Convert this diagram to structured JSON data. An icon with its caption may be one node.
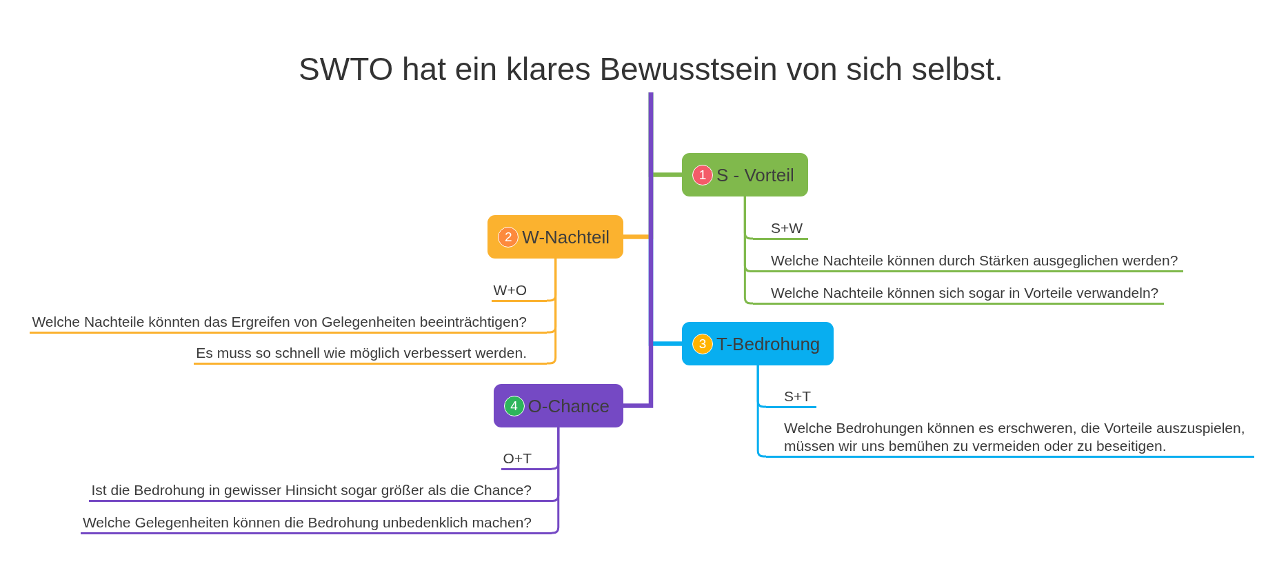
{
  "diagram": {
    "nodes": [
      {
        "text": [
          "SWTO hat ein klares Bewusstsein von sich selbst."
        ]
      },
      {
        "text": [
          "1",
          "S - Vorteil"
        ]
      },
      {
        "text": [
          "S+W"
        ]
      },
      {
        "text": [
          "Welche Nachteile können durch Stärken ausgeglichen werden?"
        ]
      },
      {
        "text": [
          "Welche Nachteile können sich sogar in Vorteile verwandeln?"
        ]
      },
      {
        "text": [
          "2",
          "W-Nachteil"
        ]
      },
      {
        "text": [
          "W+O"
        ]
      },
      {
        "text": [
          "Welche Nachteile könnten das Ergreifen von Gelegenheiten beeinträchtigen?"
        ]
      },
      {
        "text": [
          "Es muss so schnell wie möglich verbessert werden."
        ]
      },
      {
        "text": [
          "3",
          "T-Bedrohung"
        ]
      },
      {
        "text": [
          "S+T"
        ]
      },
      {
        "text": [
          "Welche Bedrohungen können es erschweren, die Vorteile auszuspielen, müssen wir uns bemühen zu vermeiden oder zu beseitigen."
        ]
      },
      {
        "text": [
          "4",
          "O-Chance"
        ]
      },
      {
        "text": [
          "O+T"
        ]
      },
      {
        "text": [
          "Ist die Bedrohung in gewisser Hinsicht sogar größer als die Chance?"
        ]
      },
      {
        "text": [
          "Welche Gelegenheiten können die Bedrohung unbedenklich machen?"
        ]
      }
    ],
    "edges": [
      {
        "from": 0,
        "to": 1,
        "arrow": "none",
        "style": "thick",
        "color": "#80b94c"
      },
      {
        "from": 0,
        "to": 5,
        "arrow": "none",
        "style": "thick",
        "color": "#fbb22f"
      },
      {
        "from": 0,
        "to": 9,
        "arrow": "none",
        "style": "thick",
        "color": "#08aef0"
      },
      {
        "from": 0,
        "to": 12,
        "arrow": "none",
        "style": "thick",
        "color": "#7549c4"
      },
      {
        "from": 1,
        "to": 2,
        "arrow": "none",
        "color": "#80b94c"
      },
      {
        "from": 1,
        "to": 3,
        "arrow": "none",
        "color": "#80b94c"
      },
      {
        "from": 1,
        "to": 4,
        "arrow": "none",
        "color": "#80b94c"
      },
      {
        "from": 5,
        "to": 6,
        "arrow": "none",
        "color": "#fbb22f"
      },
      {
        "from": 5,
        "to": 7,
        "arrow": "none",
        "color": "#fbb22f"
      },
      {
        "from": 5,
        "to": 8,
        "arrow": "none",
        "color": "#fbb22f"
      },
      {
        "from": 9,
        "to": 10,
        "arrow": "none",
        "color": "#08aef0"
      },
      {
        "from": 9,
        "to": 11,
        "arrow": "none",
        "color": "#08aef0"
      },
      {
        "from": 12,
        "to": 13,
        "arrow": "none",
        "color": "#7549c4"
      },
      {
        "from": 12,
        "to": 14,
        "arrow": "none",
        "color": "#7549c4"
      },
      {
        "from": 12,
        "to": 15,
        "arrow": "none",
        "color": "#7549c4"
      }
    ]
  }
}
